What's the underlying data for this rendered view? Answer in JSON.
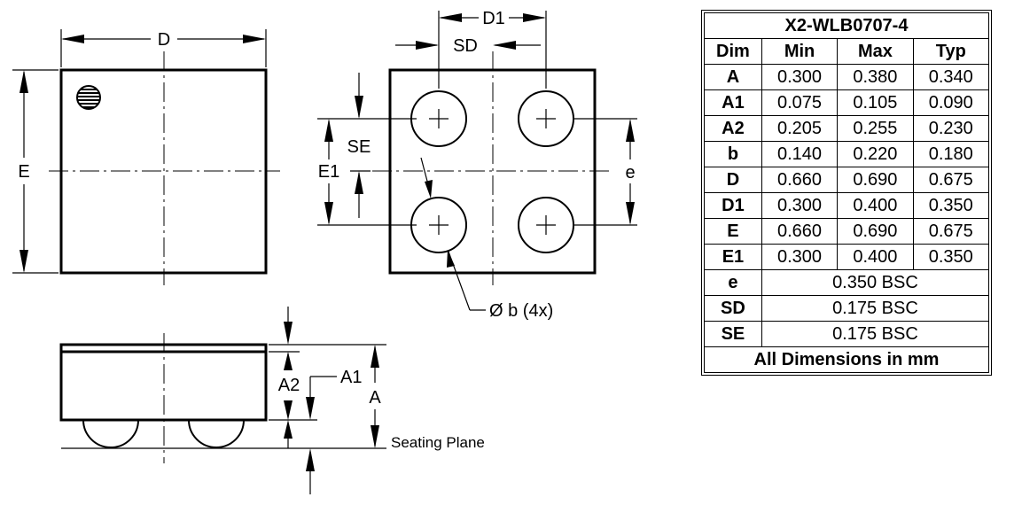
{
  "drawing": {
    "top_view": {
      "label_d": "D",
      "label_e": "E"
    },
    "bottom_view": {
      "label_d1": "D1",
      "label_sd": "SD",
      "label_se": "SE",
      "label_e1": "E1",
      "label_pitch": "e",
      "label_ball": "Ø b (4x)"
    },
    "side_view": {
      "label_a2": "A2",
      "label_a1": "A1",
      "label_a": "A",
      "label_seating": "Seating Plane"
    }
  },
  "table": {
    "title": "X2-WLB0707-4",
    "headers": [
      "Dim",
      "Min",
      "Max",
      "Typ"
    ],
    "rows": [
      {
        "dim": "A",
        "min": "0.300",
        "max": "0.380",
        "typ": "0.340"
      },
      {
        "dim": "A1",
        "min": "0.075",
        "max": "0.105",
        "typ": "0.090"
      },
      {
        "dim": "A2",
        "min": "0.205",
        "max": "0.255",
        "typ": "0.230"
      },
      {
        "dim": "b",
        "min": "0.140",
        "max": "0.220",
        "typ": "0.180"
      },
      {
        "dim": "D",
        "min": "0.660",
        "max": "0.690",
        "typ": "0.675"
      },
      {
        "dim": "D1",
        "min": "0.300",
        "max": "0.400",
        "typ": "0.350"
      },
      {
        "dim": "E",
        "min": "0.660",
        "max": "0.690",
        "typ": "0.675"
      },
      {
        "dim": "E1",
        "min": "0.300",
        "max": "0.400",
        "typ": "0.350"
      }
    ],
    "bsc_rows": [
      {
        "dim": "e",
        "value": "0.350 BSC"
      },
      {
        "dim": "SD",
        "value": "0.175 BSC"
      },
      {
        "dim": "SE",
        "value": "0.175 BSC"
      }
    ],
    "footer": "All Dimensions in mm"
  }
}
